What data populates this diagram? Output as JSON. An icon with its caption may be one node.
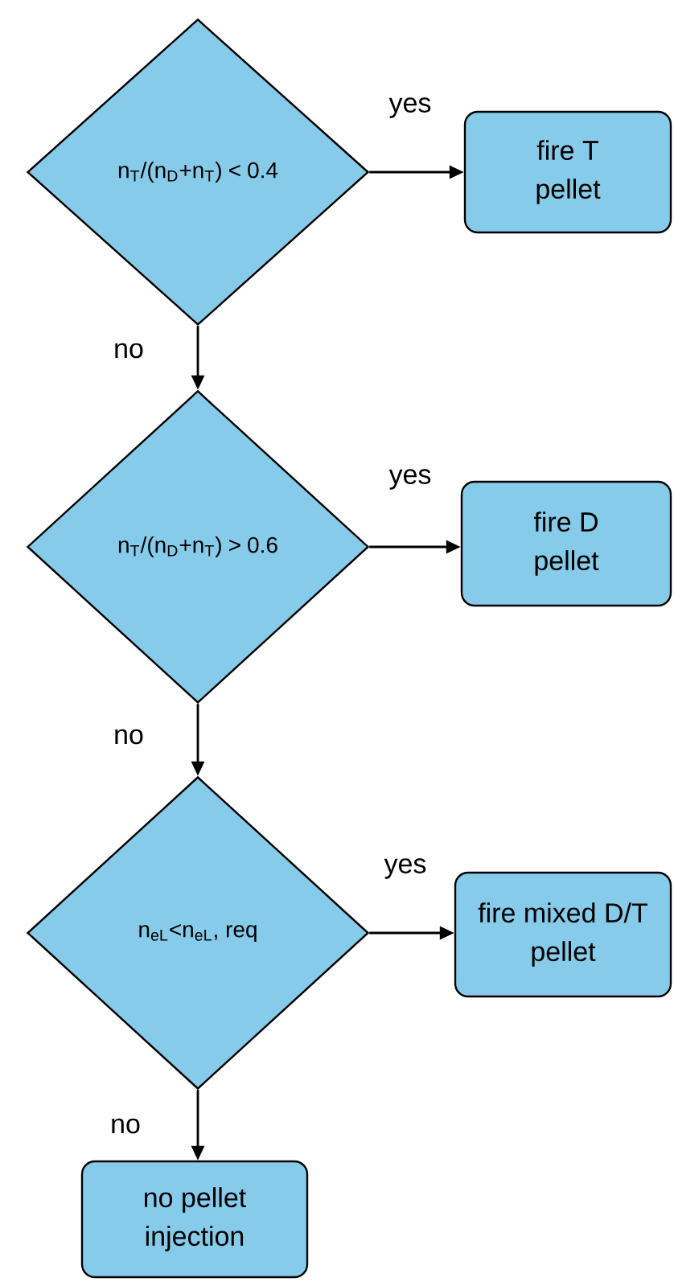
{
  "diagram": {
    "nodes": [
      {
        "text": [
          "n$_{T}$/(n$_{D}$+n$_{T}$) < 0.4"
        ]
      },
      {
        "text": [
          "fire T pellet"
        ]
      },
      {
        "text": [
          "n$_{T}$/(n$_{D}$+n$_{T}$) > 0.6"
        ]
      },
      {
        "text": [
          "fire D pellet"
        ]
      },
      {
        "text": [
          "n$_{eL}$<n$_{eL}$, req"
        ]
      },
      {
        "text": [
          "fire mixed D/T pellet"
        ]
      },
      {
        "text": [
          "no pellet injection"
        ]
      }
    ],
    "edges": [
      {
        "from": 0,
        "to": 1,
        "arrow": "to",
        "label": "yes"
      },
      {
        "from": 0,
        "to": 2,
        "arrow": "to",
        "label": "no"
      },
      {
        "from": 2,
        "to": 3,
        "arrow": "to",
        "label": "yes"
      },
      {
        "from": 2,
        "to": 4,
        "arrow": "to",
        "label": "no"
      },
      {
        "from": 4,
        "to": 5,
        "arrow": "to",
        "label": "yes"
      },
      {
        "from": 4,
        "to": 6,
        "arrow": "to",
        "label": "no"
      }
    ]
  }
}
